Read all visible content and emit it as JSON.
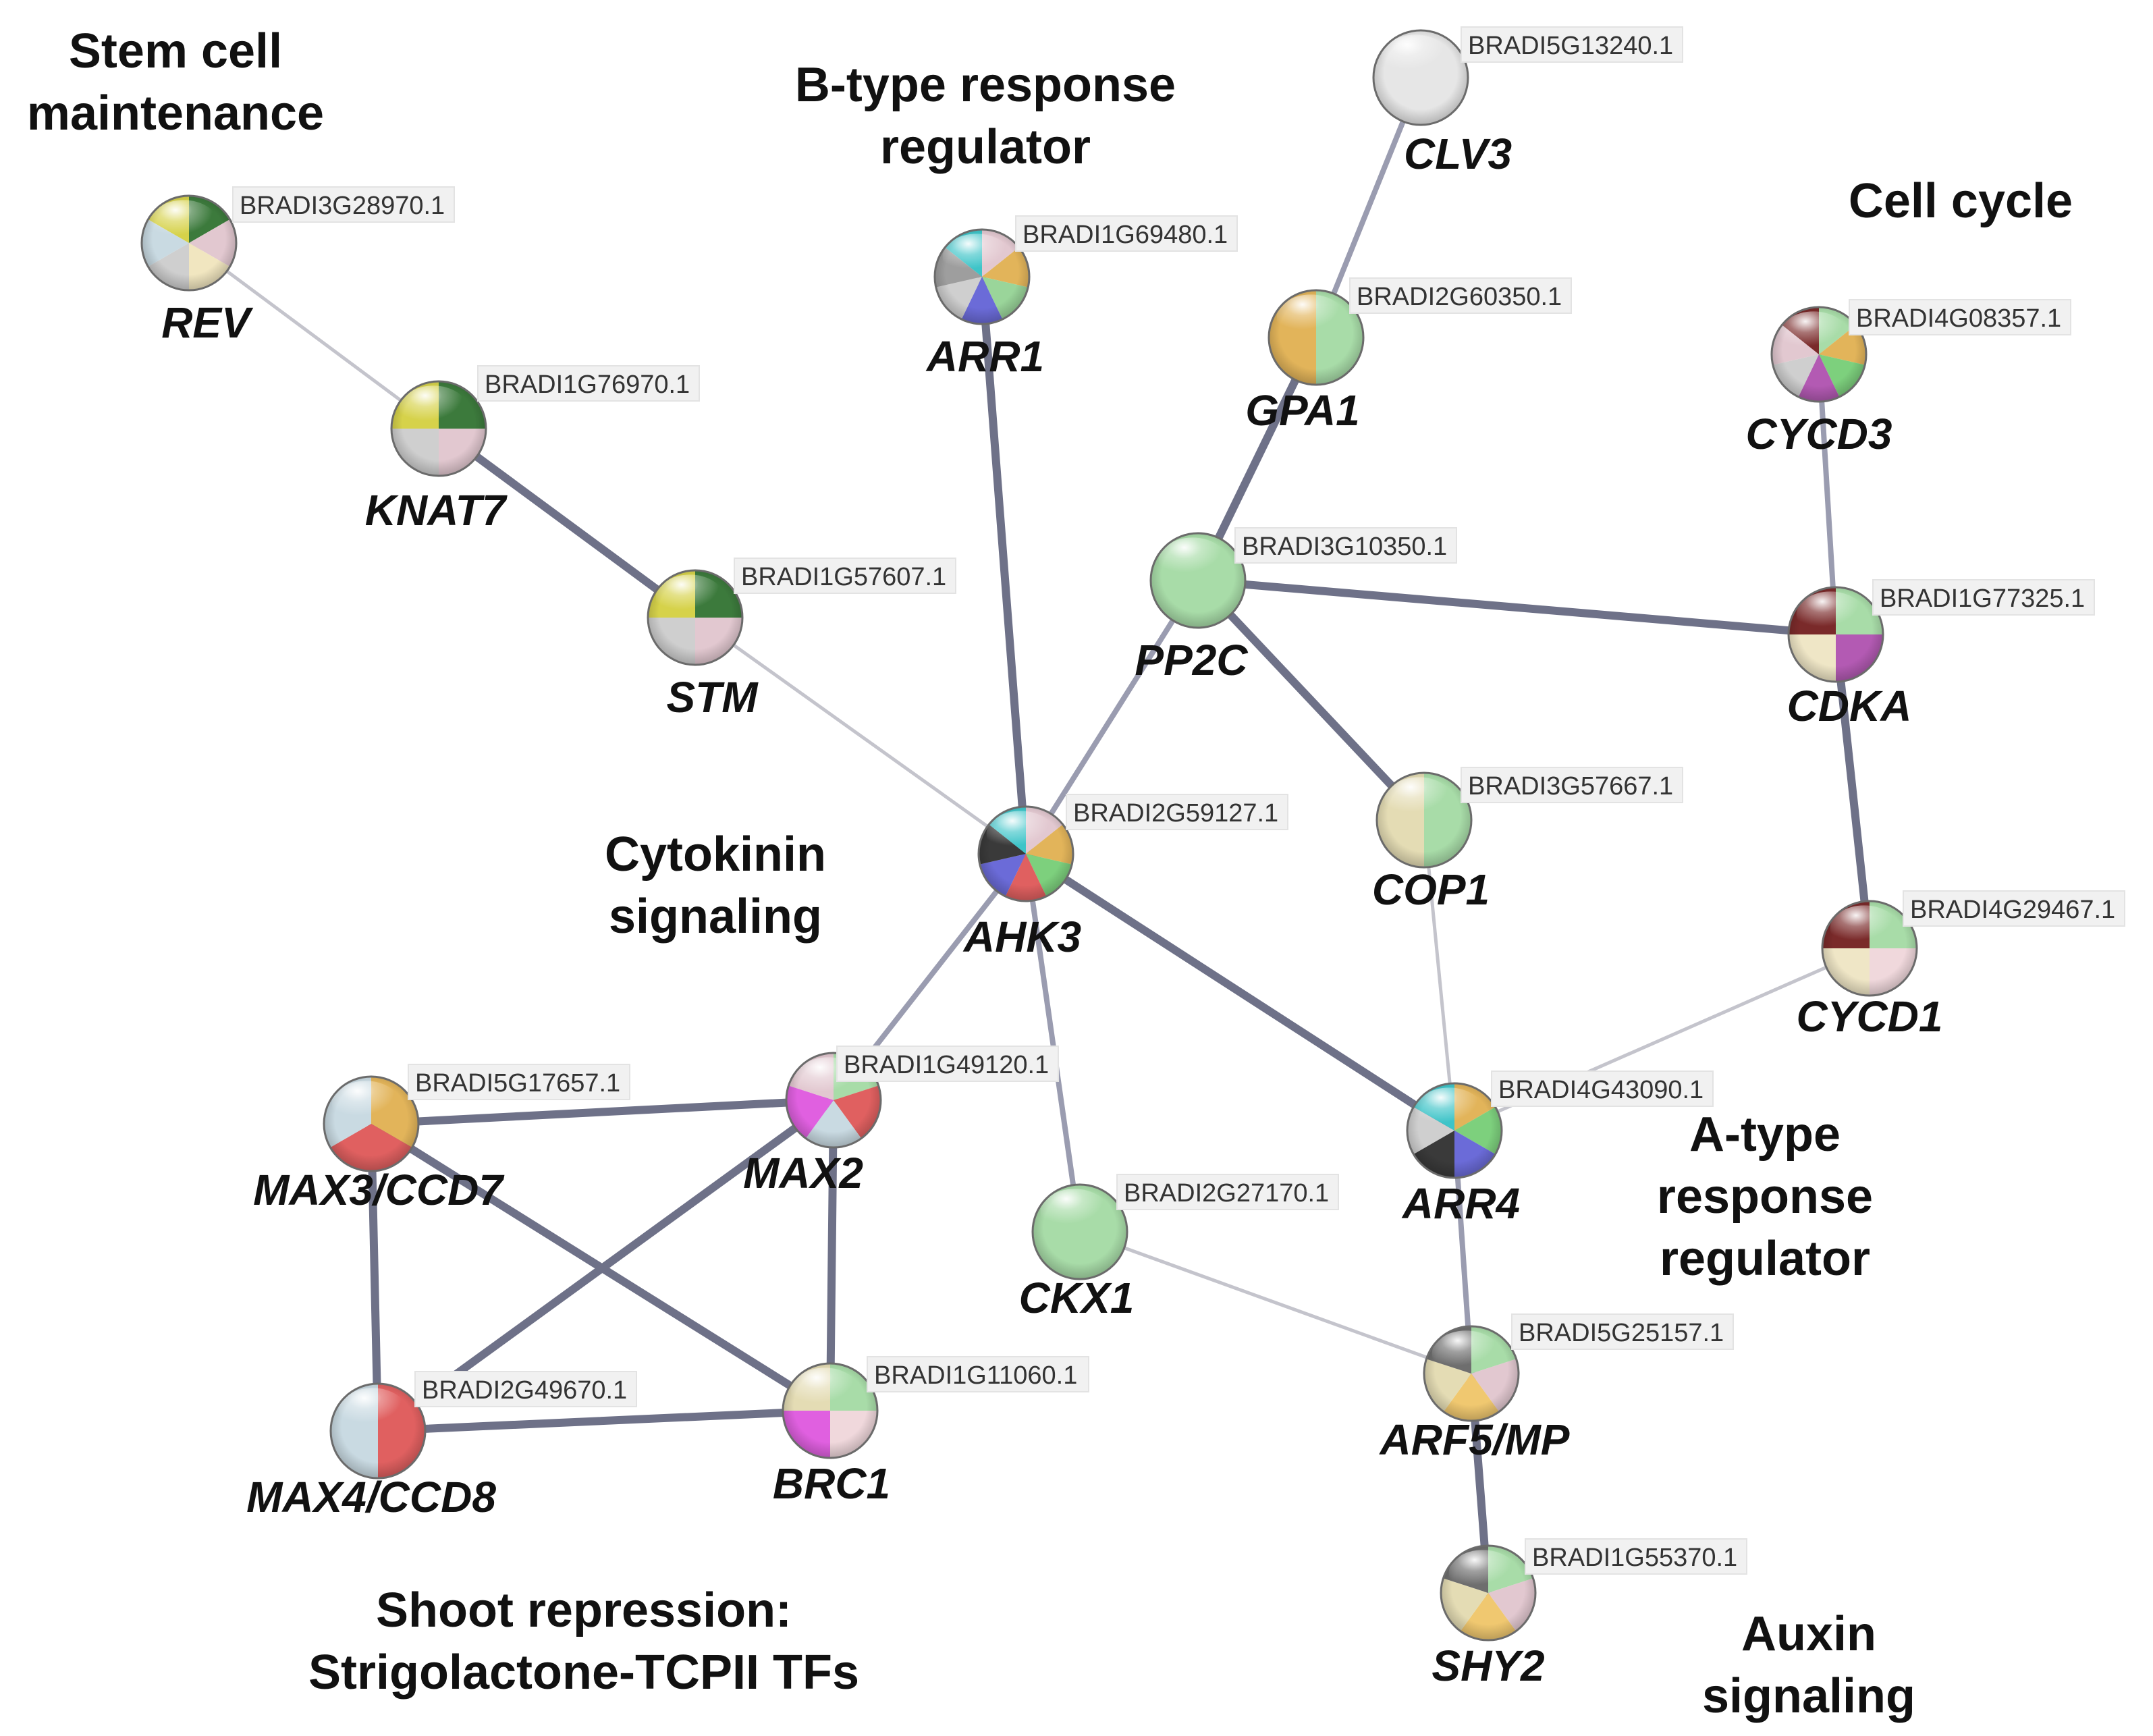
{
  "diagram": {
    "groups": [
      {
        "id": "stem",
        "lines": [
          "Stem cell",
          "maintenance"
        ]
      },
      {
        "id": "btype",
        "lines": [
          "B-type response",
          "regulator"
        ]
      },
      {
        "id": "cellcycle",
        "lines": [
          "Cell cycle"
        ]
      },
      {
        "id": "cytokinin",
        "lines": [
          "Cytokinin",
          "signaling"
        ]
      },
      {
        "id": "atype",
        "lines": [
          "A-type",
          "response",
          "regulator"
        ]
      },
      {
        "id": "shoot",
        "lines": [
          "Shoot repression:",
          "Strigolactone-TCPII TFs"
        ]
      },
      {
        "id": "auxin",
        "lines": [
          "Auxin",
          "signaling"
        ]
      }
    ],
    "nodes": [
      {
        "id": "REV",
        "label": "REV",
        "gene_id": "BRADI3G28970.1",
        "colors": [
          "#3c7a3c",
          "#e2c8d0",
          "#f1e6c0",
          "#cfcfcf",
          "#c9dae2",
          "#d6d24a"
        ]
      },
      {
        "id": "KNAT7",
        "label": "KNAT7",
        "gene_id": "BRADI1G76970.1",
        "colors": [
          "#3c7a3c",
          "#e2c8d0",
          "#cfcfcf",
          "#d6d24a"
        ]
      },
      {
        "id": "STM",
        "label": "STM",
        "gene_id": "BRADI1G57607.1",
        "colors": [
          "#3c7a3c",
          "#e2c8d0",
          "#cfcfcf",
          "#d6d24a"
        ]
      },
      {
        "id": "ARR1",
        "label": "ARR1",
        "gene_id": "BRADI1G69480.1",
        "colors": [
          "#e2c8d0",
          "#e2b45a",
          "#9ad59a",
          "#6b6bd8",
          "#cfcfcf",
          "#9e9e9e",
          "#3ec4c8"
        ]
      },
      {
        "id": "CLV3",
        "label": "CLV3",
        "gene_id": "BRADI5G13240.1",
        "colors": [
          "#e6e6e6"
        ]
      },
      {
        "id": "GPA1",
        "label": "GPA1",
        "gene_id": "BRADI2G60350.1",
        "colors": [
          "#a8dca8",
          "#e2b45a"
        ]
      },
      {
        "id": "PP2C",
        "label": "PP2C",
        "gene_id": "BRADI3G10350.1",
        "colors": [
          "#a8dca8"
        ]
      },
      {
        "id": "CYCD3",
        "label": "CYCD3",
        "gene_id": "BRADI4G08357.1",
        "colors": [
          "#a8dca8",
          "#e2b45a",
          "#7dd07d",
          "#b35ab3",
          "#cfcfcf",
          "#e2c8d0",
          "#7a2a2a"
        ]
      },
      {
        "id": "CDKA",
        "label": "CDKA",
        "gene_id": "BRADI1G77325.1",
        "colors": [
          "#a8dca8",
          "#b35ab3",
          "#efe6c6",
          "#7a2a2a"
        ]
      },
      {
        "id": "AHK3",
        "label": "AHK3",
        "gene_id": "BRADI2G59127.1",
        "colors": [
          "#e2c8d0",
          "#e2b45a",
          "#7dd07d",
          "#e06060",
          "#6b6bd8",
          "#3a3a3a",
          "#3ec4c8"
        ]
      },
      {
        "id": "COP1",
        "label": "COP1",
        "gene_id": "BRADI3G57667.1",
        "colors": [
          "#a8dca8",
          "#e4dcb4"
        ]
      },
      {
        "id": "CYCD1",
        "label": "CYCD1",
        "gene_id": "BRADI4G29467.1",
        "colors": [
          "#a8dca8",
          "#f0d8dc",
          "#efe6c6",
          "#7a2a2a"
        ]
      },
      {
        "id": "MAX3",
        "label": "MAX3/CCD7",
        "gene_id": "BRADI5G17657.1",
        "colors": [
          "#e2b45a",
          "#e06060",
          "#c9dae2"
        ]
      },
      {
        "id": "MAX2",
        "label": "MAX2",
        "gene_id": "BRADI1G49120.1",
        "colors": [
          "#a8dca8",
          "#e06060",
          "#c9dae2",
          "#e060e0",
          "#e2c8d0"
        ]
      },
      {
        "id": "ARR4",
        "label": "ARR4",
        "gene_id": "BRADI4G43090.1",
        "colors": [
          "#e2b45a",
          "#7dd07d",
          "#6b6bd8",
          "#3a3a3a",
          "#cfcfcf",
          "#3ec4c8"
        ]
      },
      {
        "id": "CKX1",
        "label": "CKX1",
        "gene_id": "BRADI2G27170.1",
        "colors": [
          "#a8dca8"
        ]
      },
      {
        "id": "MAX4",
        "label": "MAX4/CCD8",
        "gene_id": "BRADI2G49670.1",
        "colors": [
          "#e06060",
          "#c9dae2"
        ]
      },
      {
        "id": "BRC1",
        "label": "BRC1",
        "gene_id": "BRADI1G11060.1",
        "colors": [
          "#a8dca8",
          "#f0d8dc",
          "#e060e0",
          "#e4dcb4"
        ]
      },
      {
        "id": "ARF5",
        "label": "ARF5/MP",
        "gene_id": "BRADI5G25157.1",
        "colors": [
          "#a8dca8",
          "#e2c8d0",
          "#f0c870",
          "#e4dcb4",
          "#6e6e6e"
        ]
      },
      {
        "id": "SHY2",
        "label": "SHY2",
        "gene_id": "BRADI1G55370.1",
        "colors": [
          "#a8dca8",
          "#e2c8d0",
          "#f0c870",
          "#e4dcb4",
          "#6e6e6e"
        ]
      }
    ],
    "edges": [
      {
        "from": "REV",
        "to": "KNAT7",
        "strength": "weak"
      },
      {
        "from": "KNAT7",
        "to": "STM",
        "strength": "strong"
      },
      {
        "from": "STM",
        "to": "AHK3",
        "strength": "weak"
      },
      {
        "from": "ARR1",
        "to": "AHK3",
        "strength": "strong"
      },
      {
        "from": "CLV3",
        "to": "GPA1",
        "strength": "medium"
      },
      {
        "from": "GPA1",
        "to": "PP2C",
        "strength": "strong"
      },
      {
        "from": "PP2C",
        "to": "AHK3",
        "strength": "medium"
      },
      {
        "from": "PP2C",
        "to": "CDKA",
        "strength": "strong"
      },
      {
        "from": "PP2C",
        "to": "COP1",
        "strength": "strong"
      },
      {
        "from": "CYCD3",
        "to": "CDKA",
        "strength": "medium"
      },
      {
        "from": "CDKA",
        "to": "CYCD1",
        "strength": "strong"
      },
      {
        "from": "AHK3",
        "to": "ARR4",
        "strength": "strong"
      },
      {
        "from": "AHK3",
        "to": "MAX2",
        "strength": "medium"
      },
      {
        "from": "AHK3",
        "to": "CKX1",
        "strength": "medium"
      },
      {
        "from": "COP1",
        "to": "ARR4",
        "strength": "weak"
      },
      {
        "from": "CYCD1",
        "to": "ARR4",
        "strength": "weak"
      },
      {
        "from": "ARR4",
        "to": "ARF5",
        "strength": "medium"
      },
      {
        "from": "CKX1",
        "to": "ARF5",
        "strength": "weak"
      },
      {
        "from": "ARF5",
        "to": "SHY2",
        "strength": "strong"
      },
      {
        "from": "MAX3",
        "to": "MAX2",
        "strength": "strong"
      },
      {
        "from": "MAX3",
        "to": "MAX4",
        "strength": "strong"
      },
      {
        "from": "MAX3",
        "to": "BRC1",
        "strength": "strong"
      },
      {
        "from": "MAX2",
        "to": "MAX4",
        "strength": "strong"
      },
      {
        "from": "MAX2",
        "to": "BRC1",
        "strength": "strong"
      },
      {
        "from": "MAX4",
        "to": "BRC1",
        "strength": "strong"
      }
    ],
    "edge_colors": {
      "weak": "#c4c4cc",
      "medium": "#9a9cb0",
      "strong": "#6e7188"
    }
  }
}
